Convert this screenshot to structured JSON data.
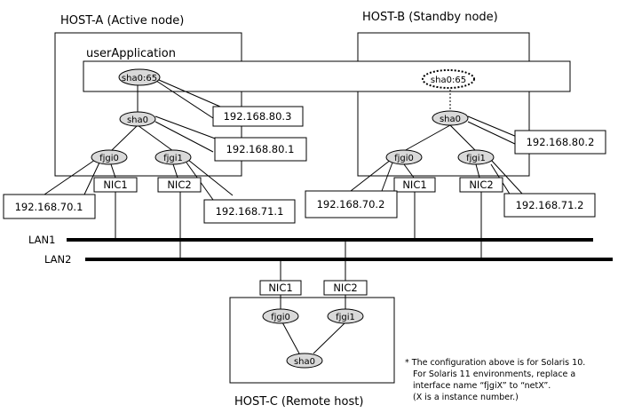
{
  "host_a": {
    "title": "HOST-A (Active node)",
    "app_label": "userApplication",
    "virtual_if": "sha0:65",
    "sha": "sha0",
    "fjgi0": "fjgi0",
    "fjgi1": "fjgi1",
    "nic1": "NIC1",
    "nic2": "NIC2",
    "ip_takeover": "192.168.80.3",
    "ip_sha": "192.168.80.1",
    "ip_fjgi0": "192.168.70.1",
    "ip_fjgi1": "192.168.71.1"
  },
  "host_b": {
    "title": "HOST-B (Standby node)",
    "virtual_if": "sha0:65",
    "sha": "sha0",
    "fjgi0": "fjgi0",
    "fjgi1": "fjgi1",
    "nic1": "NIC1",
    "nic2": "NIC2",
    "ip_sha": "192.168.80.2",
    "ip_fjgi0": "192.168.70.2",
    "ip_fjgi1": "192.168.71.2"
  },
  "host_c": {
    "title": "HOST-C (Remote host)",
    "sha": "sha0",
    "fjgi0": "fjgi0",
    "fjgi1": "fjgi1",
    "nic1": "NIC1",
    "nic2": "NIC2"
  },
  "lans": {
    "lan1": "LAN1",
    "lan2": "LAN2"
  },
  "note": {
    "line1": "* The configuration above is for Solaris 10.",
    "line2": "For Solaris 11 environments, replace a",
    "line3": "interface name “fjgiX” to “netX”.",
    "line4": "(X is a instance number.)"
  },
  "colors": {
    "node_fill": "#d9d9d9",
    "line": "#000000",
    "background": "#ffffff"
  }
}
